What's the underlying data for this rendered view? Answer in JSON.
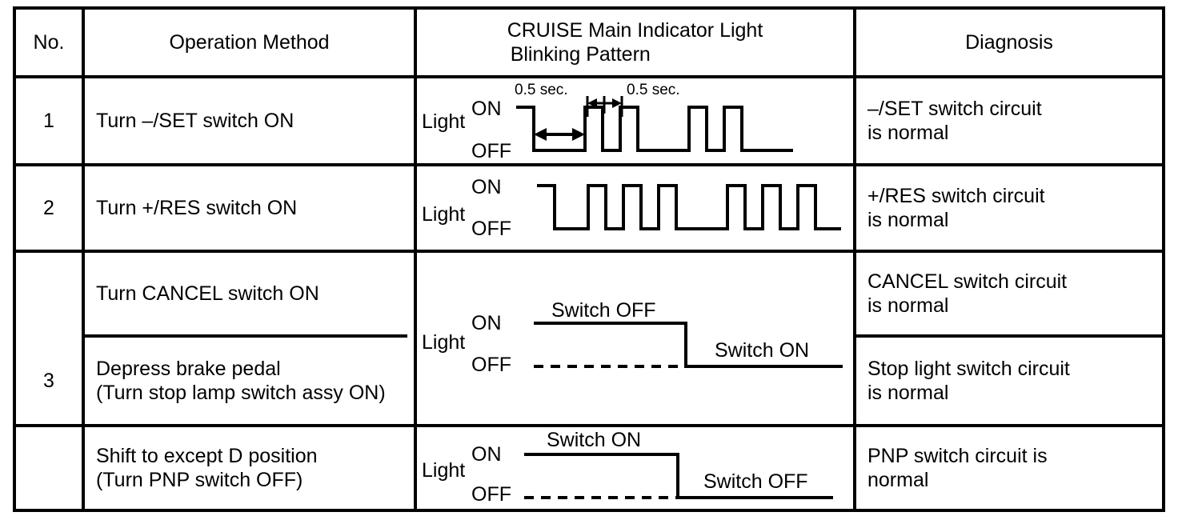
{
  "table": {
    "headers": {
      "no": "No.",
      "operation_method": "Operation Method",
      "pattern_line1": "CRUISE Main Indicator Light",
      "pattern_line2": "Blinking Pattern",
      "diagnosis": "Diagnosis"
    },
    "rows": [
      {
        "no": "1",
        "operation": "Turn –/SET switch ON",
        "diagnosis_line1": "–/SET switch circuit",
        "diagnosis_line2": "is normal",
        "waveform": {
          "kind": "pulse-train",
          "light_label": "Light",
          "on_label": "ON",
          "off_label": "OFF",
          "annotations": [
            {
              "text": "0.5 sec.",
              "refers_to": "long-off-interval"
            },
            {
              "text": "0.5 sec.",
              "refers_to": "short-on-pulse"
            }
          ]
        }
      },
      {
        "no": "2",
        "operation": "Turn +/RES switch ON",
        "diagnosis_line1": "+/RES switch circuit",
        "diagnosis_line2": "is normal",
        "waveform": {
          "kind": "pulse-train",
          "light_label": "Light",
          "on_label": "ON",
          "off_label": "OFF",
          "annotations": []
        }
      },
      {
        "no": "3",
        "subrows": [
          {
            "operation": "Turn CANCEL switch ON",
            "diagnosis_line1": "CANCEL switch circuit",
            "diagnosis_line2": "is normal"
          },
          {
            "operation_line1": "Depress brake pedal",
            "operation_line2": "(Turn stop lamp switch assy ON)",
            "diagnosis_line1": "Stop light switch circuit",
            "diagnosis_line2": "is normal"
          },
          {
            "operation_line1": "Shift to except D position",
            "operation_line2": "(Turn PNP switch OFF)",
            "diagnosis_line1": "PNP switch circuit is",
            "diagnosis_line2": "normal"
          }
        ],
        "waveform_merged": {
          "kind": "step-down",
          "light_label": "Light",
          "on_label": "ON",
          "off_label": "OFF",
          "state_before": "Switch OFF",
          "state_after": "Switch ON"
        },
        "waveform_last": {
          "kind": "step-down",
          "light_label": "Light",
          "on_label": "ON",
          "off_label": "OFF",
          "state_before": "Switch ON",
          "state_after": "Switch OFF"
        }
      }
    ]
  },
  "chart_data": {
    "type": "line",
    "title": "CRUISE Main Indicator Light Blinking Pattern",
    "ylabel": "Light",
    "ytick_labels": [
      "ON",
      "OFF"
    ],
    "xlabel": "",
    "grid": false,
    "legend": "none",
    "timing_unit": "sec.",
    "series": [
      {
        "name": "1 –/SET switch ON",
        "level_labels": [
          "ON",
          "OFF"
        ],
        "annotations": [
          "0.5 sec.",
          "0.5 sec."
        ],
        "pulse_count_long": 1,
        "pulse_count_short": 4,
        "x": [
          0,
          18,
          18,
          64,
          64,
          78,
          78,
          92,
          92,
          106,
          106,
          120,
          120,
          178,
          178,
          192,
          192,
          206,
          206,
          220,
          220,
          300
        ],
        "y": [
          1,
          1,
          0,
          0,
          1,
          1,
          0,
          0,
          1,
          1,
          0,
          0,
          1,
          1,
          0,
          0,
          1,
          1,
          0,
          0,
          0,
          0
        ]
      },
      {
        "name": "2 +/RES switch ON",
        "level_labels": [
          "ON",
          "OFF"
        ],
        "annotations": [],
        "pulse_count_group_a": 3,
        "pulse_count_group_b": 3,
        "x": [
          0,
          18,
          18,
          64,
          64,
          78,
          78,
          92,
          92,
          106,
          106,
          120,
          120,
          134,
          134,
          192,
          192,
          206,
          206,
          220,
          220,
          234,
          234,
          248,
          248,
          300
        ],
        "y": [
          1,
          1,
          0,
          0,
          1,
          1,
          0,
          0,
          1,
          1,
          0,
          0,
          1,
          1,
          0,
          0,
          1,
          1,
          0,
          0,
          1,
          1,
          0,
          0,
          0,
          0
        ]
      },
      {
        "name": "3 CANCEL / brake pedal",
        "level_labels": [
          "ON",
          "OFF"
        ],
        "state_before": "Switch OFF",
        "state_after": "Switch ON",
        "x": [
          0,
          150,
          150,
          300
        ],
        "y": [
          1,
          1,
          0,
          0
        ]
      },
      {
        "name": "3 Shift to except D position",
        "level_labels": [
          "ON",
          "OFF"
        ],
        "state_before": "Switch ON",
        "state_after": "Switch OFF",
        "x": [
          0,
          150,
          150,
          300
        ],
        "y": [
          1,
          1,
          0,
          0
        ]
      }
    ]
  },
  "colors": {
    "ink": "#000000",
    "paper": "#ffffff"
  }
}
